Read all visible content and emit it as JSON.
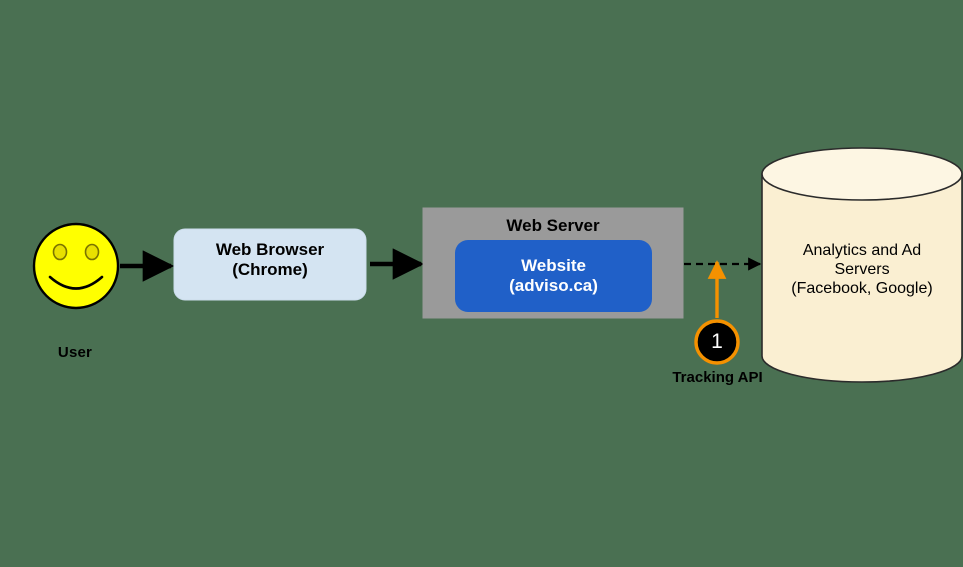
{
  "diagram": {
    "background_color": "#4a7052",
    "title_text": null,
    "nodes": {
      "user": {
        "icon": "smiley-face-icon",
        "label": "User",
        "fill": "#ffff00",
        "stroke": "#000000"
      },
      "browser": {
        "label": "Web Browser\n(Chrome)",
        "fill": "#d4e4f2",
        "stroke": "#c3d7e8"
      },
      "web_server": {
        "label": "Web Server",
        "fill": "#9a9a9a",
        "stroke": "#9a9a9a"
      },
      "website": {
        "label": "Website\n(adviso.ca)",
        "fill": "#2060c8",
        "text_color": "#ffffff"
      },
      "analytics": {
        "label": "Analytics and Ad\nServers\n(Facebook, Google)",
        "fill": "#faefd2",
        "stroke": "#000000",
        "shape": "cylinder"
      }
    },
    "annotations": {
      "tracking_badge": {
        "number": "1",
        "label": "Tracking API",
        "ring_color": "#f59100",
        "fill": "#000000",
        "number_color": "#ffffff"
      }
    },
    "edges": [
      {
        "from": "user",
        "to": "browser",
        "style": "solid",
        "color": "#000000"
      },
      {
        "from": "browser",
        "to": "web_server",
        "style": "solid",
        "color": "#000000"
      },
      {
        "from": "web_server",
        "to": "analytics",
        "style": "dashed",
        "color": "#000000"
      },
      {
        "from": "tracking_badge",
        "to": "tracking-edge",
        "style": "solid",
        "color": "#f59100"
      }
    ]
  }
}
